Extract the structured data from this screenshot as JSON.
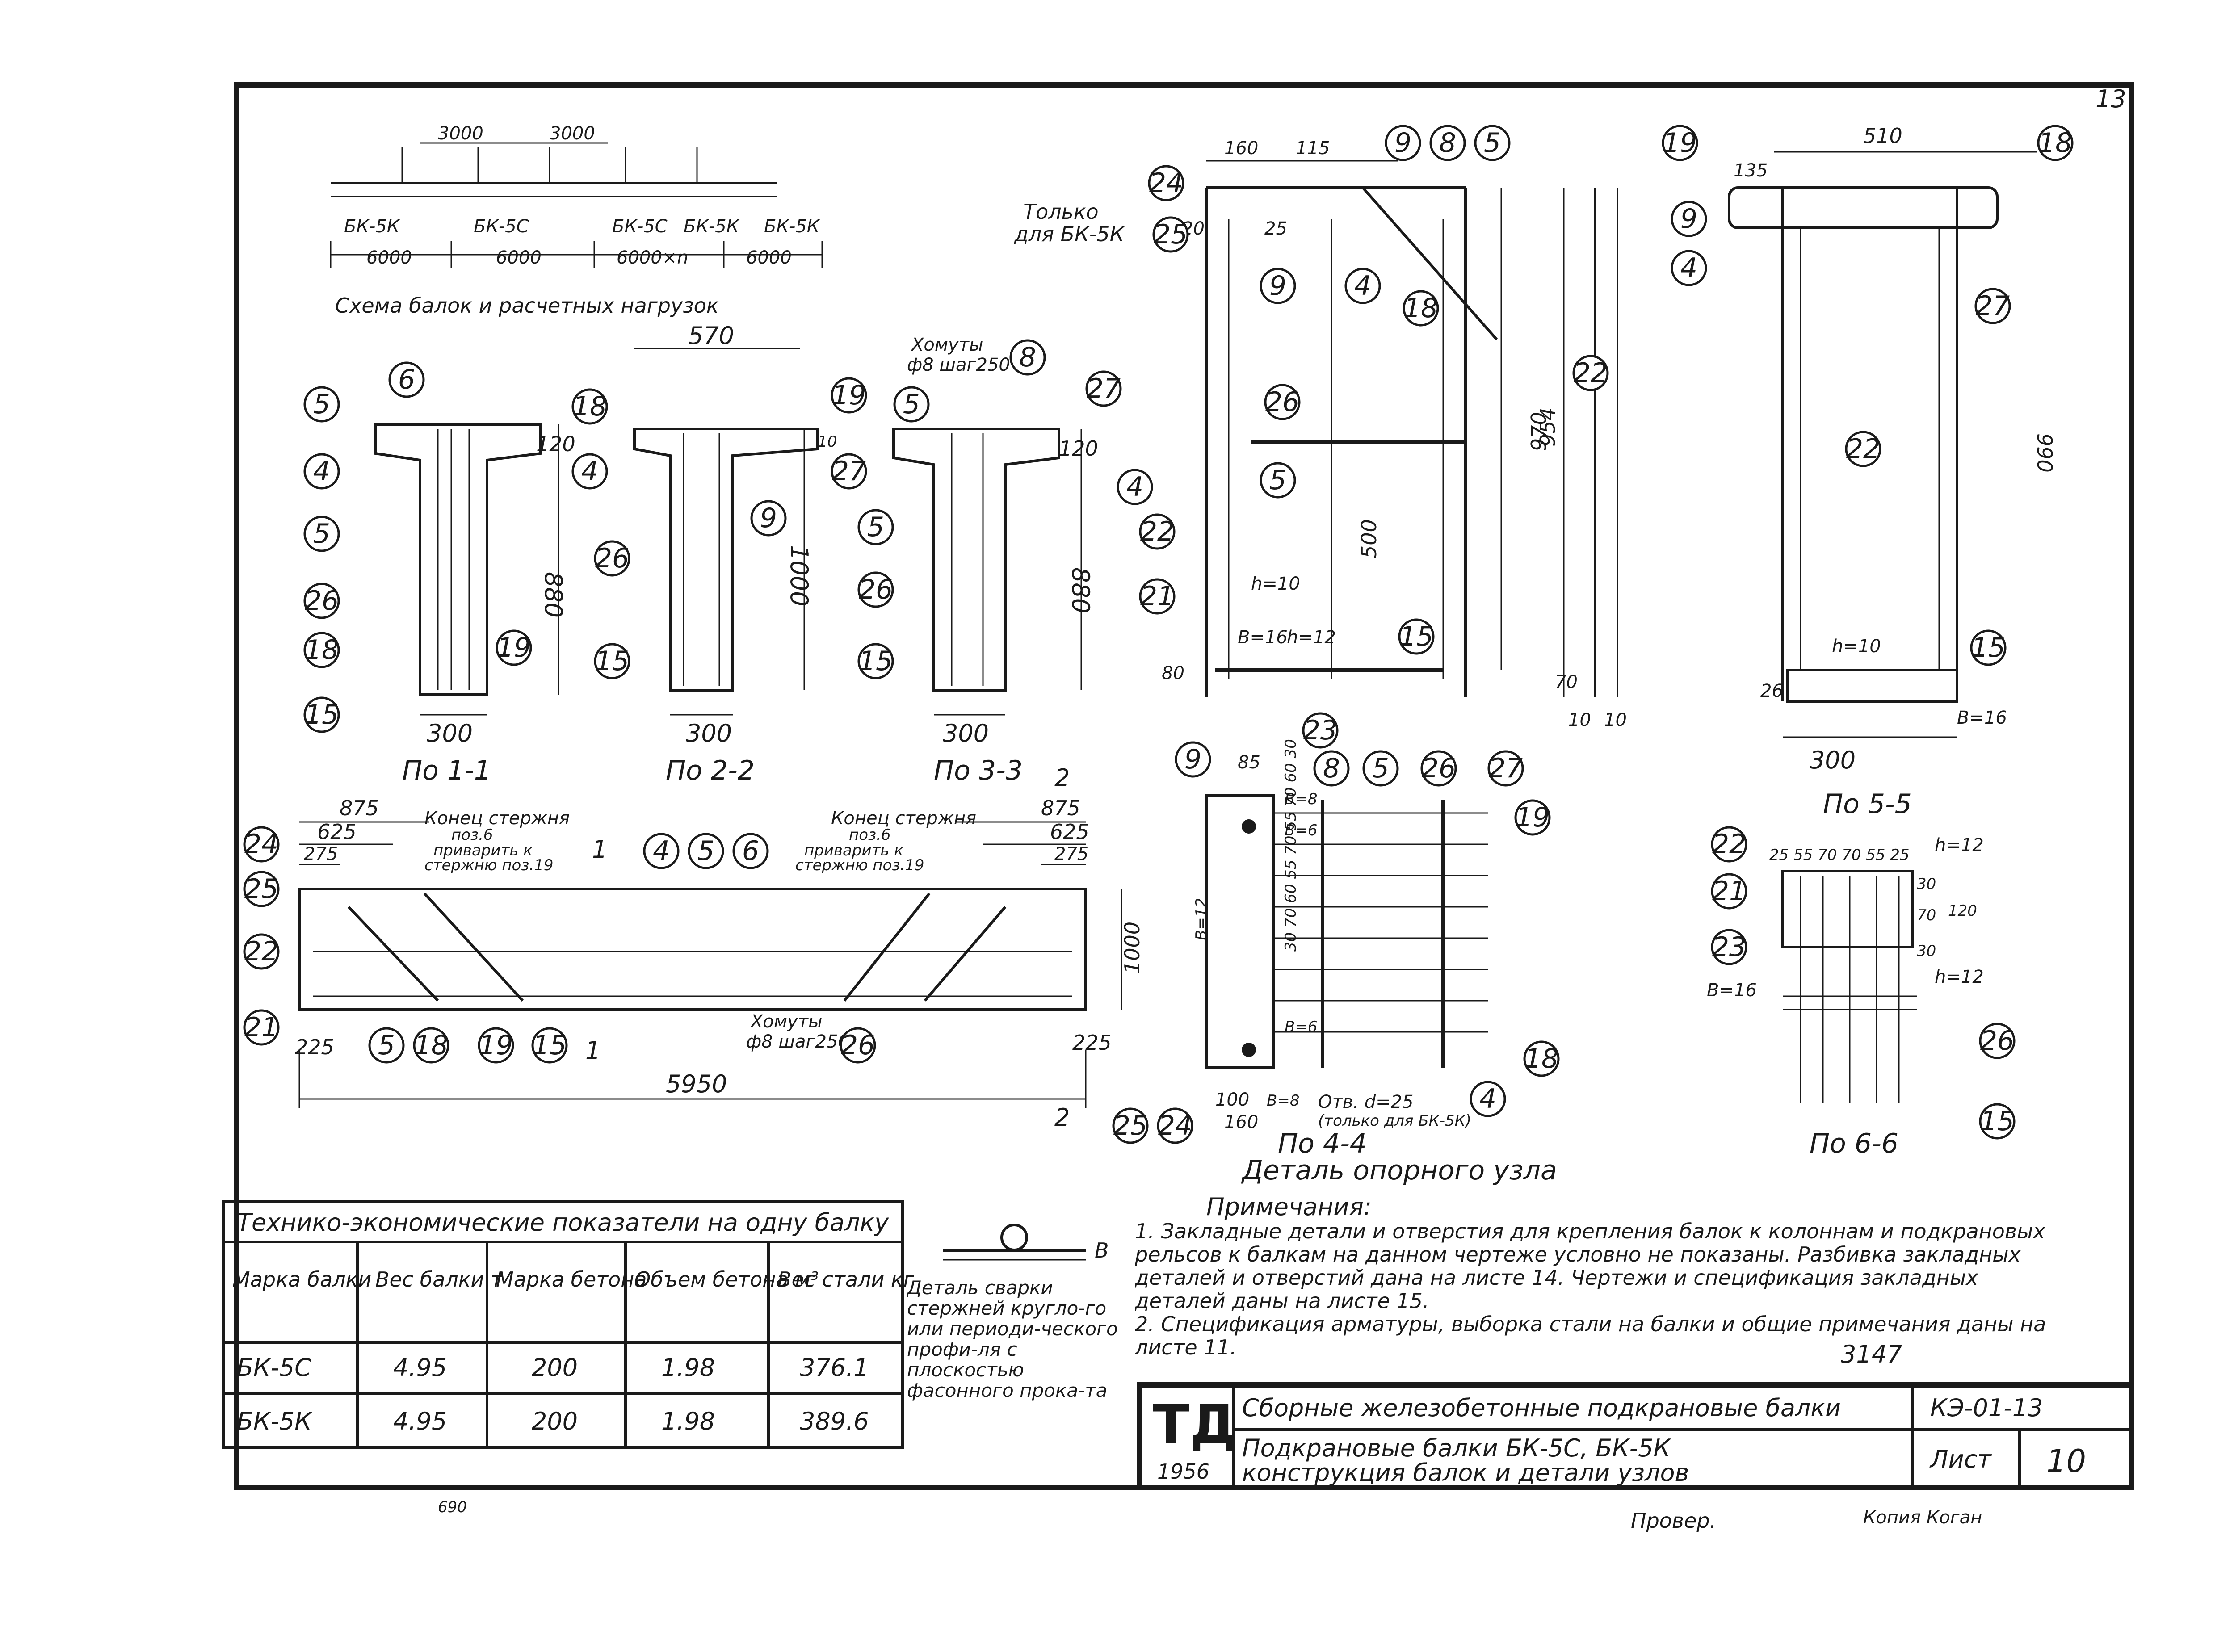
{
  "scheme": {
    "caption": "Схема балок и расчетных нагрузок",
    "beams": [
      "БК-5К",
      "БК-5С",
      "БК-5С",
      "БК-5К",
      "БК-5К"
    ],
    "spans": [
      "6000",
      "6000",
      "6000×n",
      "6000"
    ],
    "top_dims": [
      "3000",
      "3000"
    ]
  },
  "sections": {
    "s1": {
      "caption": "По 1-1",
      "width": "300",
      "height": "880",
      "flange": "120"
    },
    "s2": {
      "caption": "По 2-2",
      "width": "300",
      "height": "1000",
      "top": "570",
      "flange": "10"
    },
    "s3": {
      "caption": "По 3-3",
      "width": "300",
      "height": "880",
      "flange": "120",
      "note_a": "Хомуты",
      "note_b": "ф8 шаг250"
    },
    "s5": {
      "caption": "По 5-5",
      "width": "300",
      "height": "990",
      "top": "510",
      "top2": "135",
      "h": "h=10",
      "b": "В=16",
      "dim26": "26"
    },
    "s6": {
      "caption": "По 6-6",
      "dims": "25 55 70  70  55 25",
      "h_top": "h=12",
      "h_bot": "h=12",
      "b": "В=16",
      "v1": "30",
      "v2": "70",
      "v3": "120",
      "v4": "30"
    },
    "s4": {
      "caption": "По 4-4",
      "hole": "Отв. d=25",
      "hole_note": "(только для БК-5К)",
      "top": "85",
      "b8a": "В=8",
      "b8b": "В=8",
      "b6a": "В=6",
      "b6b": "В=6",
      "b12": "В=12",
      "w100": "100",
      "w160": "160",
      "left_dims": "30 70 60 55 70 55 70 60 30"
    }
  },
  "end_elevation": {
    "note1": "Только",
    "note2": "для БК-5К",
    "d160": "160",
    "d115": "115",
    "d25": "25",
    "d20": "20",
    "h954": "954",
    "h970": "970",
    "h500": "500",
    "h10": "h=10",
    "h12": "h=12",
    "b16": "В=16",
    "d80": "80",
    "d70": "70",
    "d10": "10",
    "d10b": "10"
  },
  "elevation": {
    "length": "5950",
    "height": "1000",
    "d875": "875",
    "d625": "625",
    "d275": "275",
    "d225": "225",
    "d875r": "875",
    "d625r": "625",
    "d275r": "275",
    "d225r": "225",
    "note_left1": "Конец стержня",
    "note_left2": "поз.6",
    "note_left3": "приварить к",
    "note_left4": "стержню поз.19",
    "note_right1": "Конец стержня",
    "note_right2": "поз.6",
    "note_right3": "приварить к",
    "note_right4": "стержню поз.19",
    "stirrups1": "Хомуты",
    "stirrups2": "ф8 шаг250"
  },
  "detail_title": "Деталь опорного узла",
  "weld": {
    "title": "Деталь сварки стержней кругло-го или периоди-ческого профи-ля с плоскостью фасонного прока-та",
    "b": "В"
  },
  "notes": {
    "title": "Примечания:",
    "n1": "1. Закладные детали и отверстия для крепления балок к колоннам и подкрановых рельсов к балкам на данном чертеже условно не показаны. Разбивка закладных деталей и отверстий дана на листе 14. Чертежи и спецификация закладных деталей даны на листе 15.",
    "n2": "2. Спецификация арматуры, выборка стали на балки и общие примечания даны на листе 11.",
    "code": "3147"
  },
  "table": {
    "title": "Технико-экономические показатели на одну балку",
    "headers": [
      "Марка балки",
      "Вес балки т",
      "Марка бетона",
      "Объем бетона м³",
      "Вес стали кг"
    ],
    "rows": [
      [
        "БК-5С",
        "4.95",
        "200",
        "1.98",
        "376.1"
      ],
      [
        "БК-5К",
        "4.95",
        "200",
        "1.98",
        "389.6"
      ]
    ]
  },
  "titleblock": {
    "logo": "ТД",
    "year": "1956",
    "series": "Сборные железобетонные подкрановые балки",
    "subtitle1": "Подкрановые балки БК-5С, БК-5К",
    "subtitle2": "конструкция балок и детали узлов",
    "code": "КЭ-01-13",
    "sheet_label": "Лист",
    "sheet_no": "10"
  },
  "footer": {
    "left": "690",
    "checked": "Провер.",
    "copy": "Копия Коган"
  },
  "corner": "13"
}
